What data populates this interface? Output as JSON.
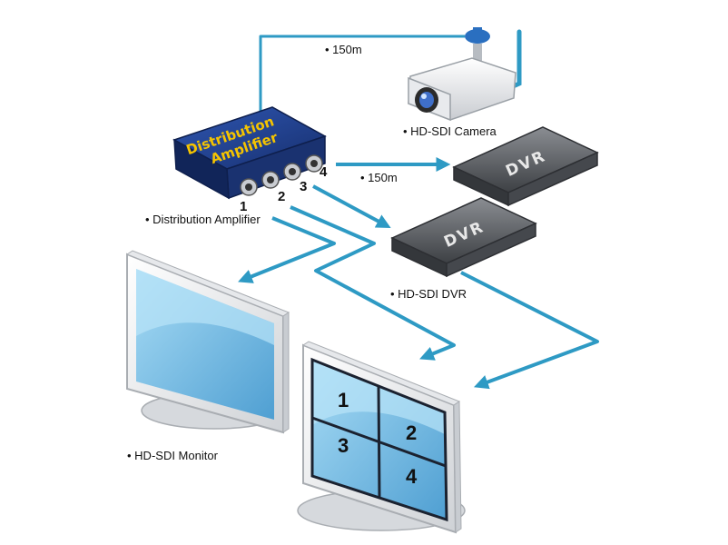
{
  "colors": {
    "cable": "#2e9ac4",
    "amplifier_body": "#1f3f8f",
    "amplifier_text": "#f5c400",
    "dvr_body": "#5a5d62",
    "screen": "#7cc0e8",
    "monitor_frame": "#eeeeee"
  },
  "labels": {
    "camera_distance": "• 150m",
    "camera": "• HD-SDI Camera",
    "dvr_distance": "• 150m",
    "amplifier": "• Distribution Amplifier",
    "dvr": "• HD-SDI DVR",
    "monitor": "• HD-SDI Monitor"
  },
  "amplifier": {
    "line1": "Distribution",
    "line2": "Amplifier",
    "ports": [
      "1",
      "2",
      "3",
      "4"
    ]
  },
  "dvr_top": {
    "text": "DVR"
  },
  "dvr_bottom": {
    "text": "DVR"
  },
  "quad_monitor": {
    "quadrants": [
      "1",
      "2",
      "3",
      "4"
    ]
  }
}
